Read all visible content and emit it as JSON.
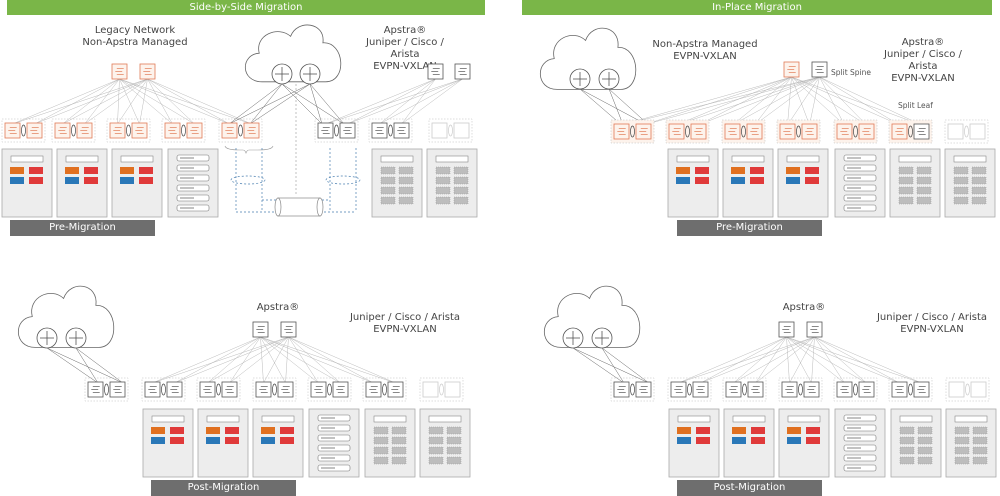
{
  "colors": {
    "banner": "#7ab648",
    "phase_bar": "#6e6e6e",
    "legacy_device": "#e07a56",
    "legacy_fill": "#fdf3ec",
    "apstra_device": "#555555",
    "inactive_device": "#cccccc",
    "rack_fill": "#ededed",
    "rack_stroke": "#aaaaaa",
    "vm_orange": "#e07020",
    "vm_red": "#e03a3a",
    "vm_blue": "#2a78b8",
    "storage_grey": "#bdbdbd",
    "migration_path": "#4a7fb0"
  },
  "sections": {
    "side_by_side": {
      "title": "Side-by-Side Migration",
      "legacy_label": "Legacy Network\nNon-Apstra Managed",
      "apstra_label": "Apstra®\nJuniper / Cisco / Arista\nEVPN-VXLAN",
      "phase_label": "Pre-Migration"
    },
    "in_place": {
      "title": "In-Place Migration",
      "legacy_label": "Non-Apstra Managed\nEVPN-VXLAN",
      "apstra_label": "Apstra®\nJuniper / Cisco / Arista\nEVPN-VXLAN",
      "split_spine_label": "Split Spine",
      "split_leaf_label": "Split Leaf",
      "phase_label": "Pre-Migration"
    },
    "post_left": {
      "apstra_label": "Apstra®",
      "vendor_label": "Juniper / Cisco / Arista\nEVPN-VXLAN",
      "phase_label": "Post-Migration"
    },
    "post_right": {
      "apstra_label": "Apstra®",
      "vendor_label": "Juniper / Cisco / Arista\nEVPN-VXLAN",
      "phase_label": "Post-Migration"
    }
  },
  "icons": [
    "cloud-icon",
    "router-icon",
    "switch-icon",
    "lag-icon",
    "server-rack-icon",
    "storage-rack-icon",
    "blade-rack-icon",
    "database-icon"
  ]
}
